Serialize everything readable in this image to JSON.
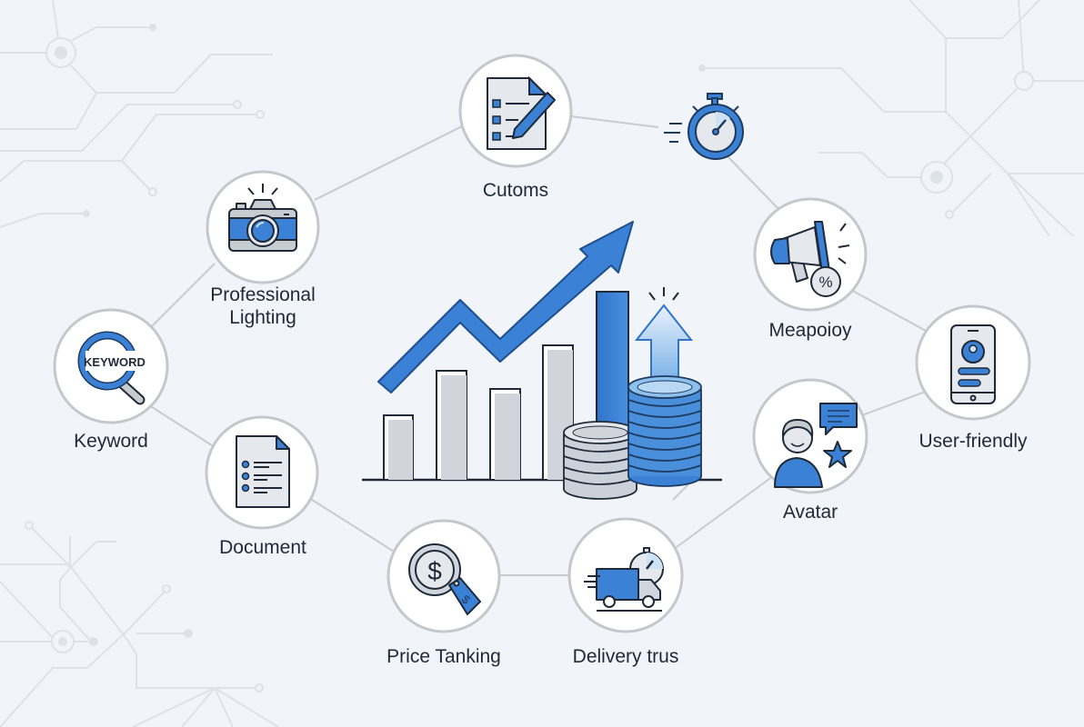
{
  "colors": {
    "background": "#f1f5f9",
    "accent_blue": "#3b82d6",
    "dark_blue": "#1e4f8f",
    "light_blue": "#cfe3f7",
    "gray_fill": "#d1d5db",
    "outline": "#1f2937",
    "node_border": "#c4c8cc",
    "circuit_line": "#dde2e7",
    "connector_line": "#c7ccd1"
  },
  "center_graphic": {
    "description": "growth bar chart with rising arrow and coin stacks",
    "bars_relative_heights": [
      0.36,
      0.6,
      0.5,
      0.75,
      1.0
    ],
    "highlighted_bar_index": 4,
    "coin_stacks": [
      {
        "color": "gray",
        "coins": 7
      },
      {
        "color": "blue",
        "coins": 10
      }
    ],
    "up_arrow": "glowing-up-arrow"
  },
  "nodes": [
    {
      "id": "customs",
      "label": "Cutoms",
      "icon": "checklist-document-pen-icon"
    },
    {
      "id": "timer",
      "label": "",
      "icon": "stopwatch-icon"
    },
    {
      "id": "megaphone",
      "label": "Meapoioy",
      "icon": "megaphone-percent-icon"
    },
    {
      "id": "user-friendly",
      "label": "User-friendly",
      "icon": "smartphone-profile-icon"
    },
    {
      "id": "avatar",
      "label": "Avatar",
      "icon": "avatar-chat-star-icon"
    },
    {
      "id": "delivery",
      "label": "Delivery trus",
      "icon": "delivery-truck-stopwatch-icon"
    },
    {
      "id": "price",
      "label": "Price Tanking",
      "icon": "dollar-coin-tag-icon"
    },
    {
      "id": "document",
      "label": "Document",
      "icon": "document-list-icon"
    },
    {
      "id": "keyword",
      "label": "Keyword",
      "icon": "keyword-magnifier-icon",
      "icon_text": "KEYWORD"
    },
    {
      "id": "lighting",
      "label_line1": "Professional",
      "label_line2": "Lighting",
      "icon": "camera-flash-icon"
    }
  ]
}
